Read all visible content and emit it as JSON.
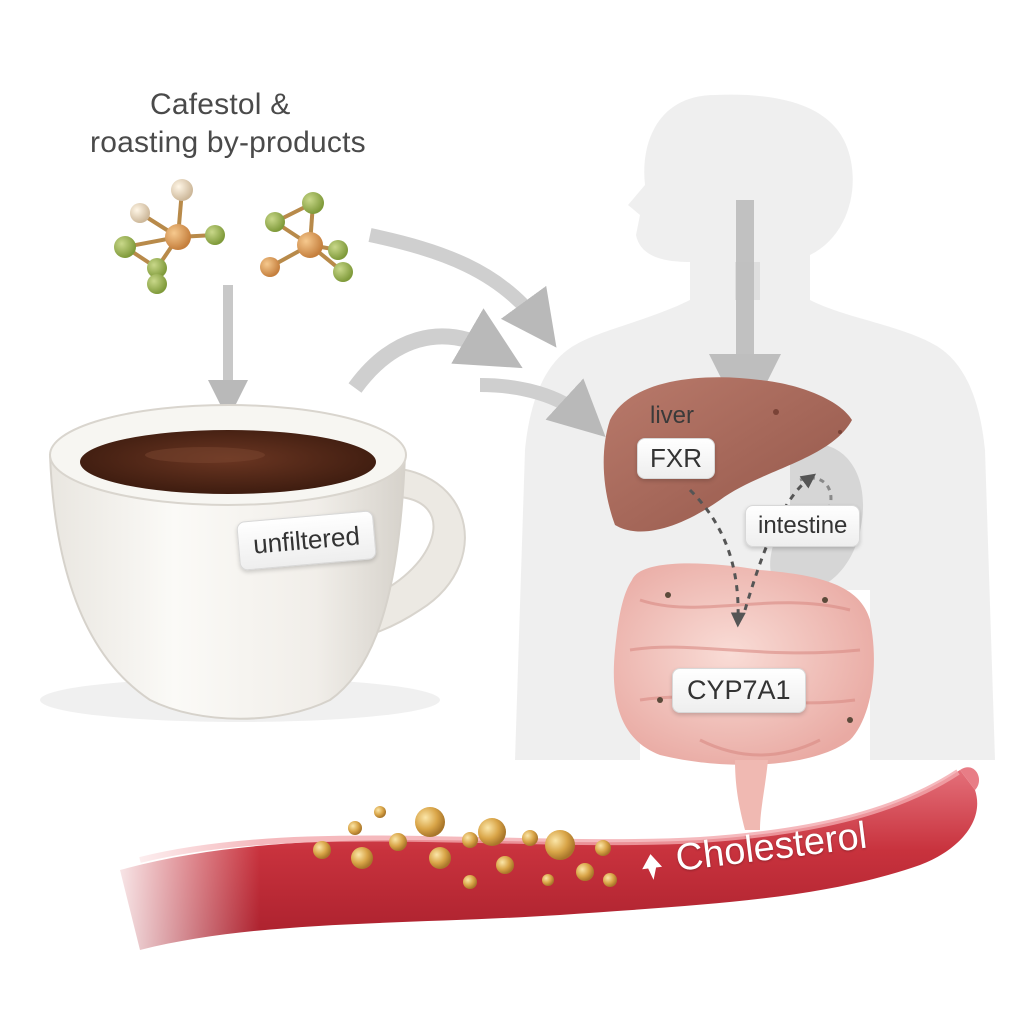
{
  "title": {
    "line1": "Cafestol &",
    "line2": "roasting by-products"
  },
  "cup": {
    "label": "unfiltered"
  },
  "organs": {
    "liver_label": "liver",
    "receptor_label": "FXR",
    "intestine_label": "intestine",
    "enzyme_label": "CYP7A1"
  },
  "blood_vessel": {
    "label": "Cholesterol",
    "indicator_icon": "up-arrow-icon"
  },
  "colors": {
    "liver": "#a8675a",
    "intestine": "#f2c6c0",
    "vessel": "#c9353f",
    "coffee": "#4a2416",
    "molecule_green": "#8fa44a",
    "molecule_orange": "#d89a55",
    "body_silhouette": "#e6e6e6"
  }
}
